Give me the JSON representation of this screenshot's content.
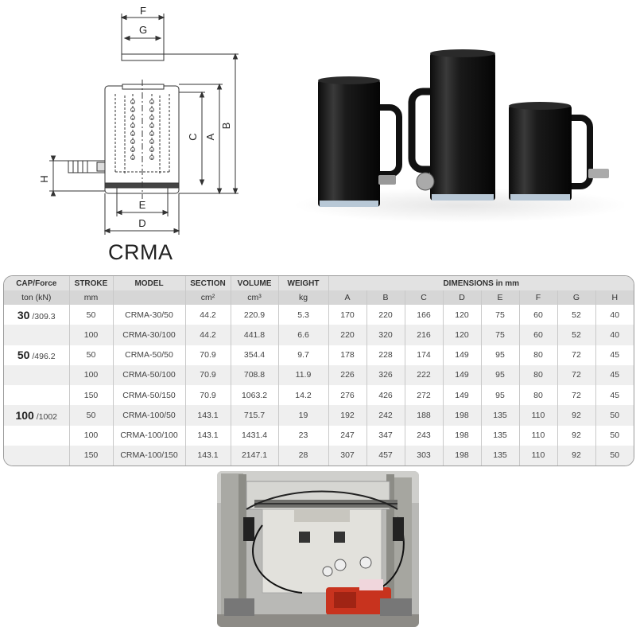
{
  "model_title": "CRMA",
  "drawing": {
    "labels": {
      "F": "F",
      "G": "G",
      "B": "B",
      "A": "A",
      "C": "C",
      "H": "H",
      "E": "E",
      "D": "D"
    }
  },
  "table": {
    "header1": {
      "cap": "CAP/Force",
      "stroke": "STROKE",
      "model": "MODEL",
      "section": "SECTION",
      "volume": "VOLUME",
      "weight": "WEIGHT",
      "dimensions": "DIMENSIONS in mm"
    },
    "header2": {
      "cap": "ton (kN)",
      "stroke": "mm",
      "model": "",
      "section": "cm²",
      "volume": "cm³",
      "weight": "kg",
      "dims": [
        "A",
        "B",
        "C",
        "D",
        "E",
        "F",
        "G",
        "H"
      ]
    },
    "rows": [
      {
        "cap_big": "30",
        "cap_small": " /309.3",
        "stroke": "50",
        "model": "CRMA-30/50",
        "section": "44.2",
        "volume": "220.9",
        "weight": "5.3",
        "dims": [
          "170",
          "220",
          "166",
          "120",
          "75",
          "60",
          "52",
          "40"
        ]
      },
      {
        "cap_big": "",
        "cap_small": "",
        "stroke": "100",
        "model": "CRMA-30/100",
        "section": "44.2",
        "volume": "441.8",
        "weight": "6.6",
        "dims": [
          "220",
          "320",
          "216",
          "120",
          "75",
          "60",
          "52",
          "40"
        ]
      },
      {
        "cap_big": "50",
        "cap_small": " /496.2",
        "stroke": "50",
        "model": "CRMA-50/50",
        "section": "70.9",
        "volume": "354.4",
        "weight": "9.7",
        "dims": [
          "178",
          "228",
          "174",
          "149",
          "95",
          "80",
          "72",
          "45"
        ]
      },
      {
        "cap_big": "",
        "cap_small": "",
        "stroke": "100",
        "model": "CRMA-50/100",
        "section": "70.9",
        "volume": "708.8",
        "weight": "11.9",
        "dims": [
          "226",
          "326",
          "222",
          "149",
          "95",
          "80",
          "72",
          "45"
        ]
      },
      {
        "cap_big": "",
        "cap_small": "",
        "stroke": "150",
        "model": "CRMA-50/150",
        "section": "70.9",
        "volume": "1063.2",
        "weight": "14.2",
        "dims": [
          "276",
          "426",
          "272",
          "149",
          "95",
          "80",
          "72",
          "45"
        ]
      },
      {
        "cap_big": "100",
        "cap_small": " /1002",
        "stroke": "50",
        "model": "CRMA-100/50",
        "section": "143.1",
        "volume": "715.7",
        "weight": "19",
        "dims": [
          "192",
          "242",
          "188",
          "198",
          "135",
          "110",
          "92",
          "50"
        ]
      },
      {
        "cap_big": "",
        "cap_small": "",
        "stroke": "100",
        "model": "CRMA-100/100",
        "section": "143.1",
        "volume": "1431.4",
        "weight": "23",
        "dims": [
          "247",
          "347",
          "243",
          "198",
          "135",
          "110",
          "92",
          "50"
        ]
      },
      {
        "cap_big": "",
        "cap_small": "",
        "stroke": "150",
        "model": "CRMA-100/150",
        "section": "143.1",
        "volume": "2147.1",
        "weight": "28",
        "dims": [
          "307",
          "457",
          "303",
          "198",
          "135",
          "110",
          "92",
          "50"
        ]
      }
    ]
  }
}
